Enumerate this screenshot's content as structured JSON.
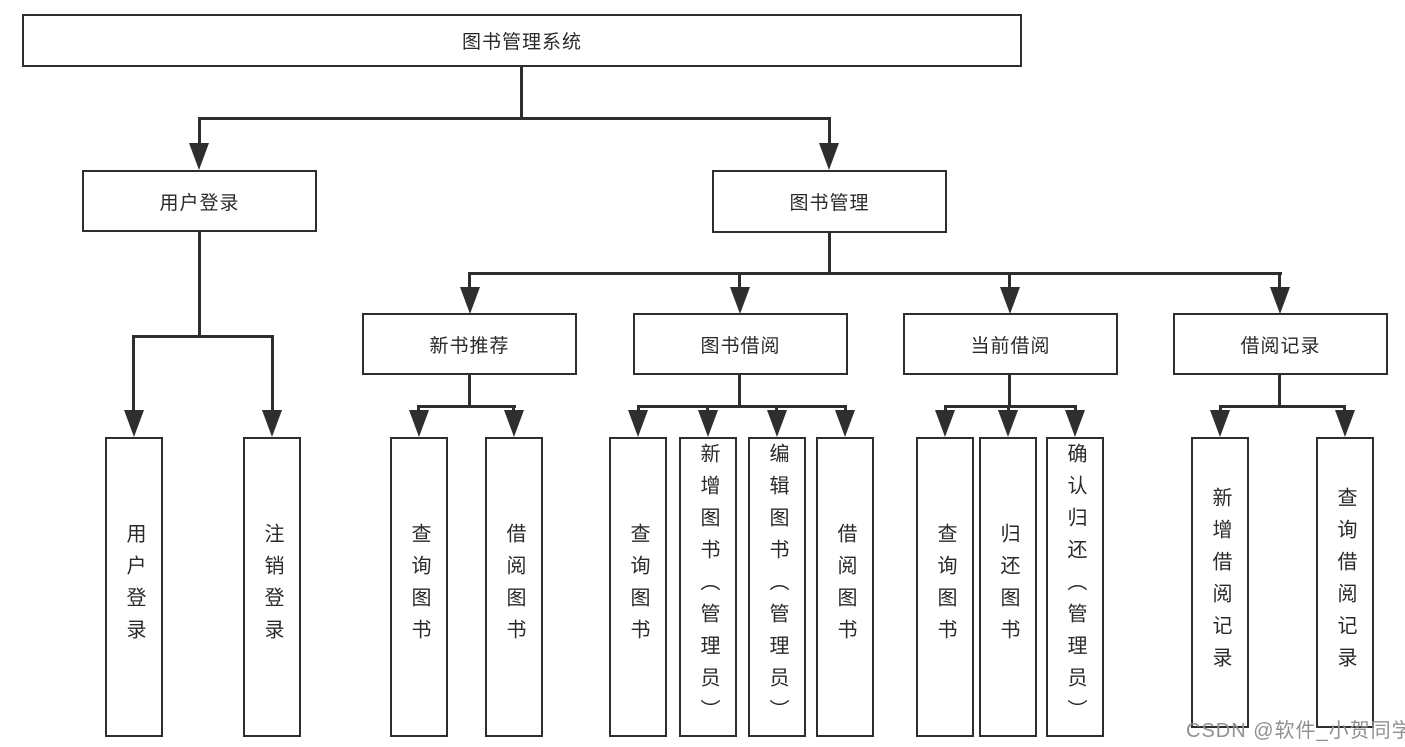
{
  "diagram": {
    "type": "hierarchy-tree"
  },
  "tree": {
    "root": {
      "label": "图书管理系统",
      "children": [
        {
          "label": "用户登录",
          "children": [
            {
              "label": "用户登录"
            },
            {
              "label": "注销登录"
            }
          ]
        },
        {
          "label": "图书管理",
          "children": [
            {
              "label": "新书推荐",
              "children": [
                {
                  "label": "查询图书"
                },
                {
                  "label": "借阅图书"
                }
              ]
            },
            {
              "label": "图书借阅",
              "children": [
                {
                  "label": "查询图书"
                },
                {
                  "label": "新增图书（管理员）"
                },
                {
                  "label": "编辑图书（管理员）"
                },
                {
                  "label": "借阅图书"
                }
              ]
            },
            {
              "label": "当前借阅",
              "children": [
                {
                  "label": "查询图书"
                },
                {
                  "label": "归还图书"
                },
                {
                  "label": "确认归还（管理员）"
                }
              ]
            },
            {
              "label": "借阅记录",
              "children": [
                {
                  "label": "新增借阅记录"
                },
                {
                  "label": "查询借阅记录"
                }
              ]
            }
          ]
        }
      ]
    }
  },
  "watermark": {
    "text": "CSDN @软件_小贺同学"
  },
  "colors": {
    "background": "#ffffff",
    "box_border": "#2e2e2e",
    "connector": "#2e2e2e",
    "text": "#2a2a2a",
    "watermark_text": "#919191"
  }
}
